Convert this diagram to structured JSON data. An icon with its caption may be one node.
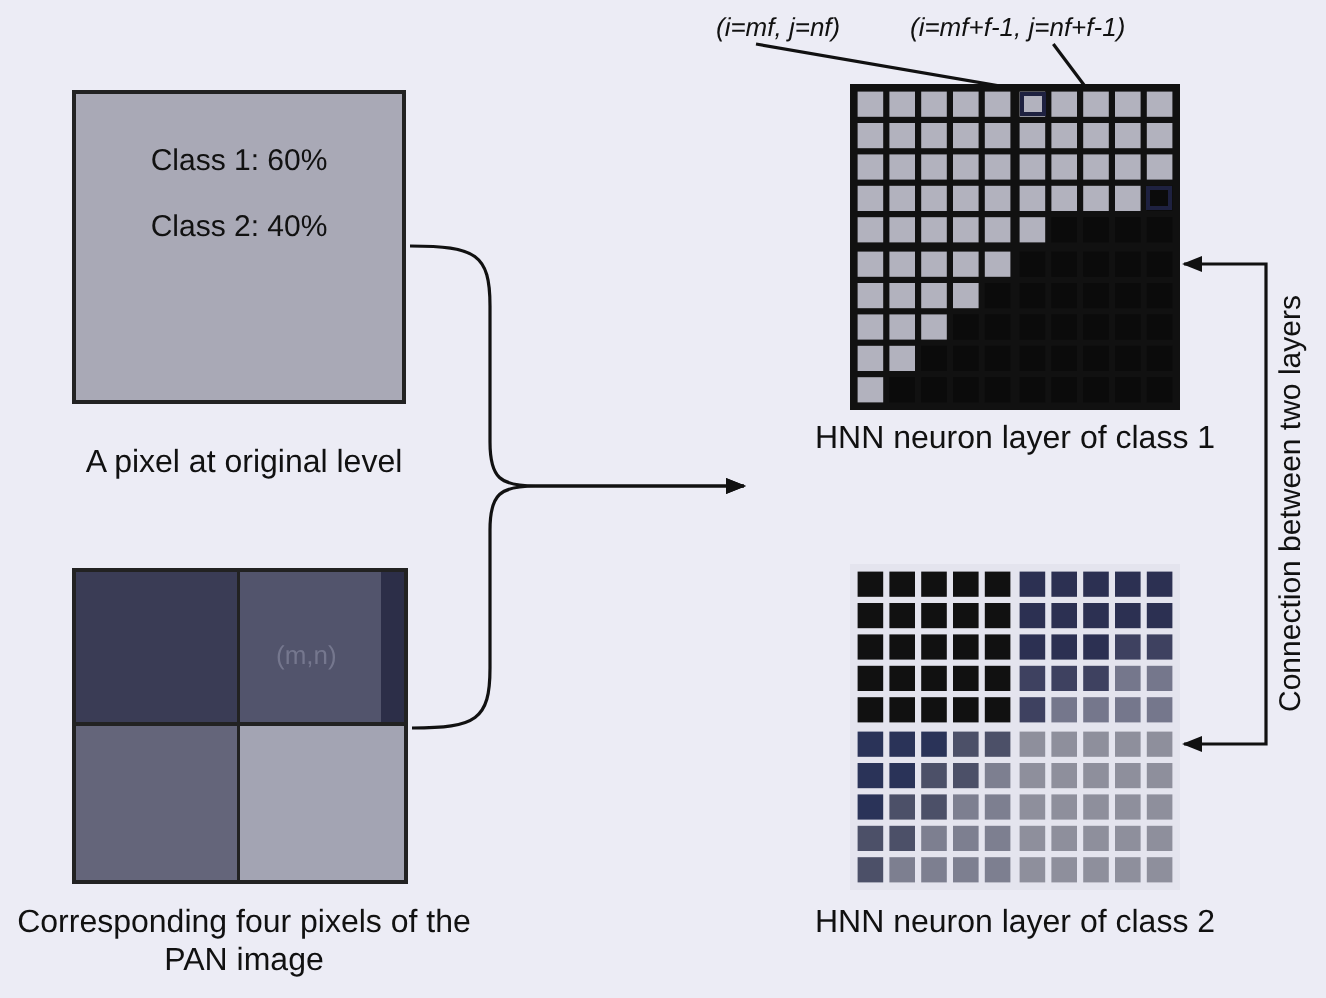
{
  "diagram": {
    "nodes": [
      {
        "text": [
          "Class 1: 60%",
          "Class 2: 40%",
          "A pixel at original level"
        ]
      },
      {
        "text": [
          "(m,n)",
          "Corresponding four pixels of the PAN image"
        ]
      },
      {
        "text": [
          "(i=mf, j=nf)"
        ]
      },
      {
        "text": [
          "(i=mf+f-1, j=nf+f-1)"
        ]
      },
      {
        "text": [
          "HNN neuron layer of class 1"
        ]
      },
      {
        "text": [],
        "shape": "box",
        "in": 4
      },
      {
        "text": [],
        "shape": "box",
        "in": 4
      },
      {
        "text": [
          "HNN neuron layer of class 2"
        ]
      }
    ],
    "edges": [
      {
        "from": 0,
        "to": null,
        "arrow": "to"
      },
      {
        "from": 1,
        "to": null,
        "arrow": "to"
      },
      {
        "from": 2,
        "to": 5,
        "arrow": "none"
      },
      {
        "from": 3,
        "to": 6,
        "arrow": "none"
      },
      {
        "from": 4,
        "to": 7,
        "arrow": "both",
        "label": "Connection between two layers"
      }
    ]
  }
}
